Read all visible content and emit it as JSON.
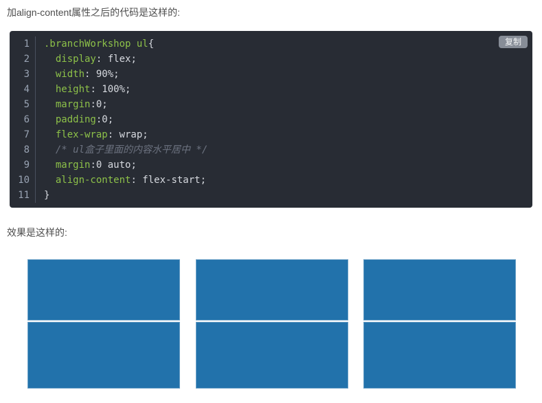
{
  "page": {
    "intro_text": "加align-content属性之后的代码是这样的:",
    "effect_text": "效果是这样的:"
  },
  "code_block": {
    "copy_label": "复制",
    "background": "#282c34",
    "keyword_color": "#8dc149",
    "plain_color": "#d7dae0",
    "comment_color": "#6d7380",
    "line_number_color": "#99a3b3",
    "language": "css",
    "lines": [
      {
        "num": "1",
        "tokens": [
          {
            "text": ".branchWorkshop ul",
            "type": "keyword"
          },
          {
            "text": "{",
            "type": "plain"
          }
        ]
      },
      {
        "num": "2",
        "tokens": [
          {
            "text": "  ",
            "type": "plain"
          },
          {
            "text": "display",
            "type": "keyword"
          },
          {
            "text": ": flex;",
            "type": "plain"
          }
        ]
      },
      {
        "num": "3",
        "tokens": [
          {
            "text": "  ",
            "type": "plain"
          },
          {
            "text": "width",
            "type": "keyword"
          },
          {
            "text": ": 90%;",
            "type": "plain"
          }
        ]
      },
      {
        "num": "4",
        "tokens": [
          {
            "text": "  ",
            "type": "plain"
          },
          {
            "text": "height",
            "type": "keyword"
          },
          {
            "text": ": 100%;",
            "type": "plain"
          }
        ]
      },
      {
        "num": "5",
        "tokens": [
          {
            "text": "  ",
            "type": "plain"
          },
          {
            "text": "margin",
            "type": "keyword"
          },
          {
            "text": ":0;",
            "type": "plain"
          }
        ]
      },
      {
        "num": "6",
        "tokens": [
          {
            "text": "  ",
            "type": "plain"
          },
          {
            "text": "padding",
            "type": "keyword"
          },
          {
            "text": ":0;",
            "type": "plain"
          }
        ]
      },
      {
        "num": "7",
        "tokens": [
          {
            "text": "  ",
            "type": "plain"
          },
          {
            "text": "flex-wrap",
            "type": "keyword"
          },
          {
            "text": ": wrap;",
            "type": "plain"
          }
        ]
      },
      {
        "num": "8",
        "tokens": [
          {
            "text": "  /* ul盒子里面的内容水平居中 */",
            "type": "comment"
          }
        ]
      },
      {
        "num": "9",
        "tokens": [
          {
            "text": "  ",
            "type": "plain"
          },
          {
            "text": "margin",
            "type": "keyword"
          },
          {
            "text": ":0 auto;",
            "type": "plain"
          }
        ]
      },
      {
        "num": "10",
        "tokens": [
          {
            "text": "  ",
            "type": "plain"
          },
          {
            "text": "align-content",
            "type": "keyword"
          },
          {
            "text": ": flex-start;",
            "type": "plain"
          }
        ]
      },
      {
        "num": "11",
        "tokens": [
          {
            "text": "}",
            "type": "plain"
          }
        ]
      }
    ]
  },
  "effect": {
    "box_color": "#2272ab",
    "columns": 3,
    "rows": 2
  }
}
